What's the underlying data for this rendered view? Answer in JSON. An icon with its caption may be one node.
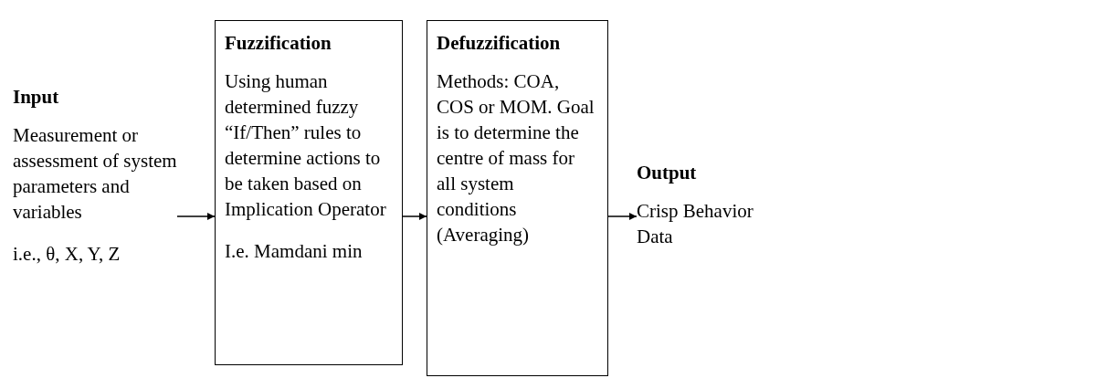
{
  "diagram": {
    "nodes": [
      {
        "text": [
          "Input",
          "Measurement or assessment of system parameters and variables",
          "i.e., θ, X, Y, Z"
        ]
      },
      {
        "text": [
          "Fuzzification",
          "Using human determined fuzzy “If/Then” rules to determine actions to be taken based on Implication Operator",
          "I.e. Mamdani min"
        ]
      },
      {
        "text": [
          "Defuzzification",
          "Methods: COA, COS or MOM. Goal is to determine the centre of mass for all system conditions (Averaging)"
        ]
      },
      {
        "text": [
          "Output",
          "Crisp Behavior Data"
        ]
      }
    ],
    "edges": [
      {
        "from": 0,
        "to": 1,
        "arrow": "to"
      },
      {
        "from": 1,
        "to": 2,
        "arrow": "to"
      },
      {
        "from": 2,
        "to": 3,
        "arrow": "to"
      }
    ]
  }
}
